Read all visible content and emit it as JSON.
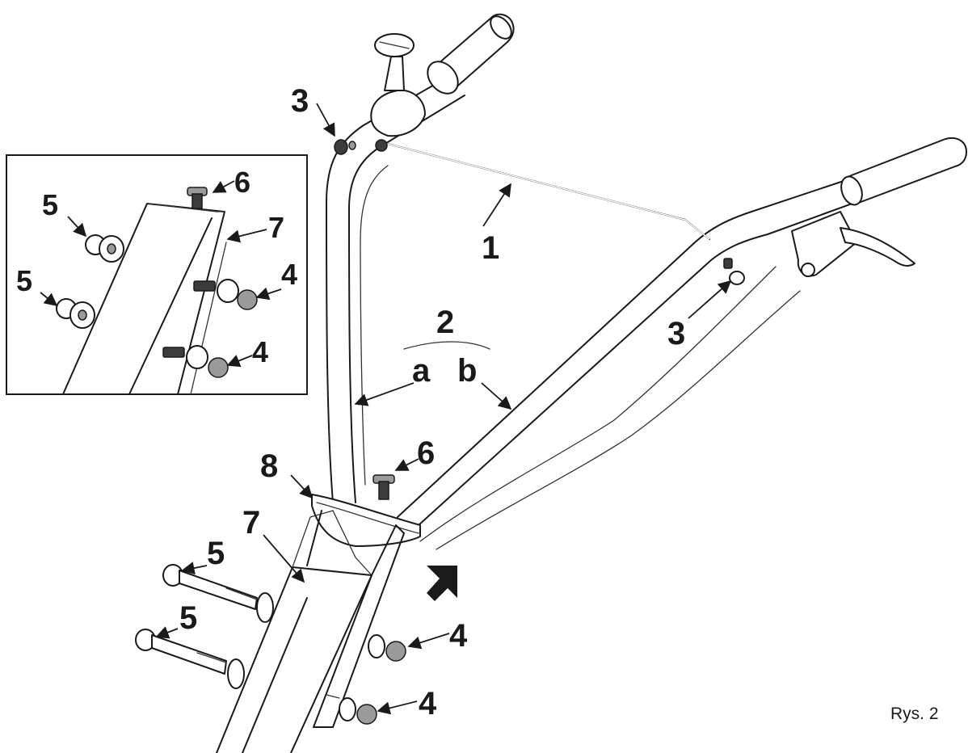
{
  "figure": {
    "caption": "Rys. 2",
    "labels": {
      "rod": "1",
      "handle_options": "2",
      "option_a": "a",
      "option_b": "b",
      "clip_left": "3",
      "clip_right": "3",
      "nut_upper": "4",
      "nut_lower": "4",
      "bolt_upper": "5",
      "bolt_lower": "5",
      "screw": "6",
      "bracket": "7",
      "clamp": "8"
    },
    "inset": {
      "screw": "6",
      "bracket": "7",
      "bolt_upper": "5",
      "bolt_lower": "5",
      "nut_upper": "4",
      "nut_lower": "4"
    }
  },
  "colors": {
    "line": "#1a1a1a",
    "background": "#ffffff",
    "dark_part": "#3c3c3c"
  }
}
